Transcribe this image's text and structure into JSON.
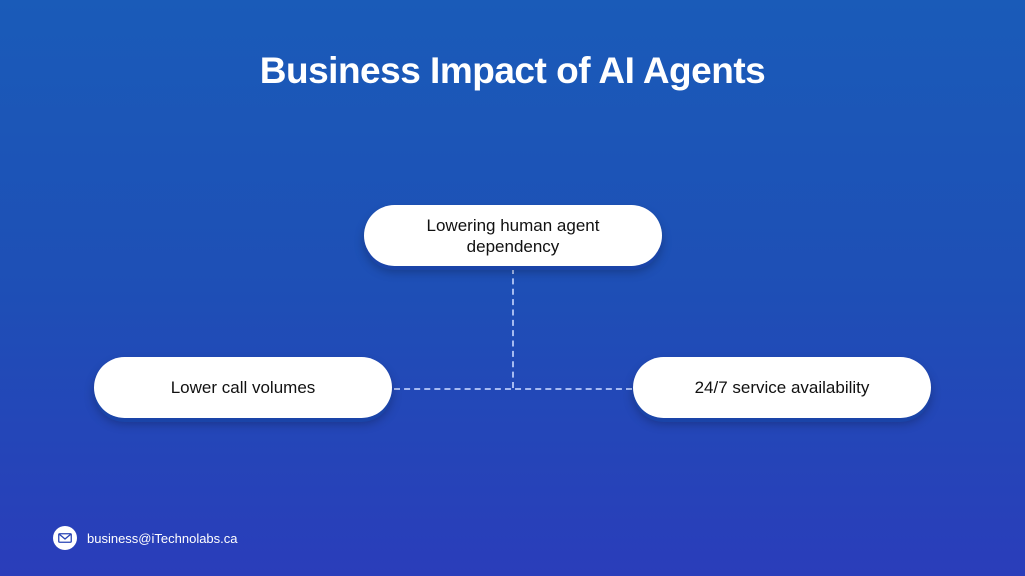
{
  "slide": {
    "title": "Business Impact of AI Agents",
    "background_colors": [
      "#1a5bb8",
      "#2a3dba"
    ]
  },
  "diagram": {
    "nodes": [
      {
        "id": "top",
        "label": "Lowering human agent dependency"
      },
      {
        "id": "left",
        "label": "Lower call volumes"
      },
      {
        "id": "right",
        "label": "24/7 service availability"
      }
    ],
    "connectors": [
      {
        "from": "top",
        "to": "junction",
        "style": "dashed"
      },
      {
        "from": "left",
        "to": "right",
        "style": "dashed"
      }
    ]
  },
  "footer": {
    "icon": "mail-icon",
    "email": "business@iTechnolabs.ca"
  }
}
